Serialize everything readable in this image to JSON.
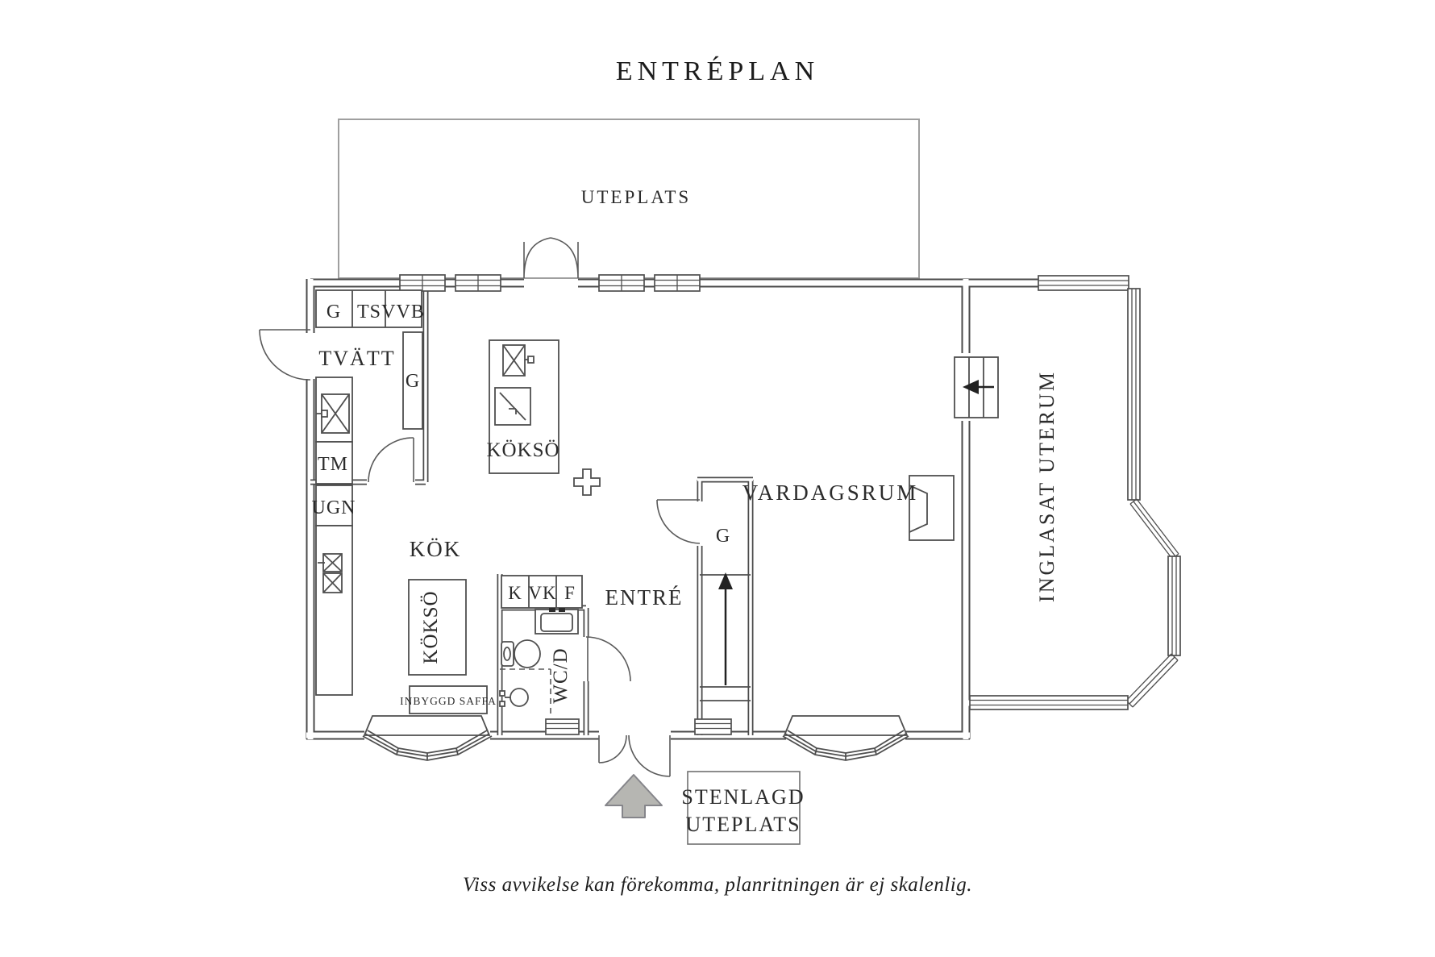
{
  "title": "ENTRÉPLAN",
  "outdoor": {
    "patio_top": "UTEPLATS",
    "stone_patio_line1": "STENLAGD",
    "stone_patio_line2": "UTEPLATS"
  },
  "rooms": {
    "laundry": "TVÄTT",
    "kitchen": "KÖK",
    "entry": "ENTRÉ",
    "wc": "WC/D",
    "living": "VARDAGSRUM",
    "conservatory": "INGLASAT UTERUM"
  },
  "islands": {
    "upper": "KÖKSÖ",
    "lower": "KÖKSÖ"
  },
  "cabinets": {
    "g_top": "G",
    "ts": "TS",
    "vvb": "VVB",
    "g_wardrobe": "G",
    "tm": "TM",
    "ugn": "UGN",
    "k": "K",
    "vk": "VK",
    "f": "F",
    "g_closet": "G"
  },
  "annotations": {
    "built_in_sofa": "INBYGGD SAFFA",
    "disclaimer": "Viss avvikelse kan förekomma, planritningen är ej skalenlig."
  },
  "icons": {
    "sink": "sink-icon",
    "stove": "stove-icon",
    "toilet": "toilet-icon",
    "washbasin": "washbasin-icon",
    "shower": "shower-icon",
    "stairs_up": "stairs-up-arrow-icon",
    "steps_down": "steps-down-arrow-icon",
    "fireplace": "fireplace-icon",
    "chimney": "chimney-cross-icon",
    "entrance_arrow": "entrance-arrow-icon"
  },
  "colors": {
    "wall": "#4a4a4a",
    "fixture": "#4f4f4f",
    "patio_outline": "#9f9f9f",
    "arrow_fill": "#b6b6b2",
    "arrow_stroke": "#85858a",
    "text": "#2b2b2b"
  }
}
